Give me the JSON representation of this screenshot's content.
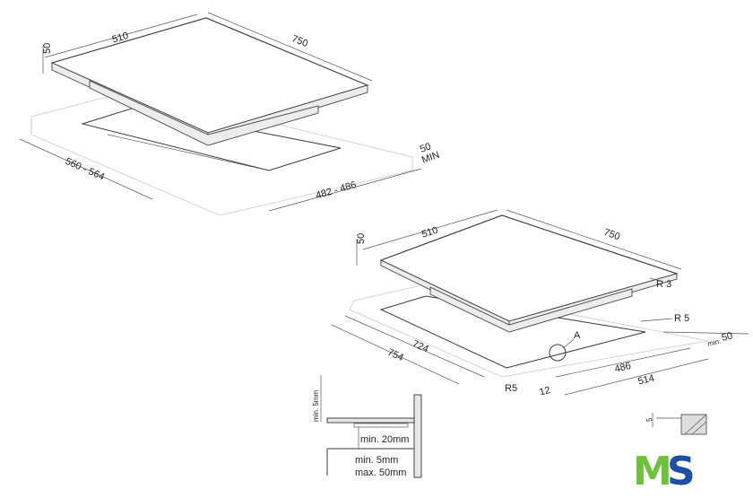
{
  "top_drawing": {
    "width": "510",
    "depth": "750",
    "thickness": "50",
    "cutout_depth": "560 - 564",
    "cutout_width": "482 - 486",
    "clearance_value": "50",
    "clearance_unit": "MIN"
  },
  "bottom_drawing": {
    "width": "510",
    "depth": "750",
    "thickness": "50",
    "corner_radius_top": "R 3",
    "corner_radius_cutout": "R 5",
    "corner_radius_frame": "R5",
    "detail_label": "A",
    "inner_depth": "724",
    "outer_depth": "754",
    "inner_width": "486",
    "outer_width": "514",
    "gap": "12",
    "clearance_prefix": "min.",
    "clearance_value": "50"
  },
  "section_detail": {
    "top_gap": "min. 5mm",
    "gap_to_drawer": "min. 20mm",
    "min_label": "min. 5mm",
    "max_label": "max. 50mm"
  },
  "edge_detail": {
    "height": "5"
  },
  "logo": {
    "left": "M",
    "right": "S"
  }
}
